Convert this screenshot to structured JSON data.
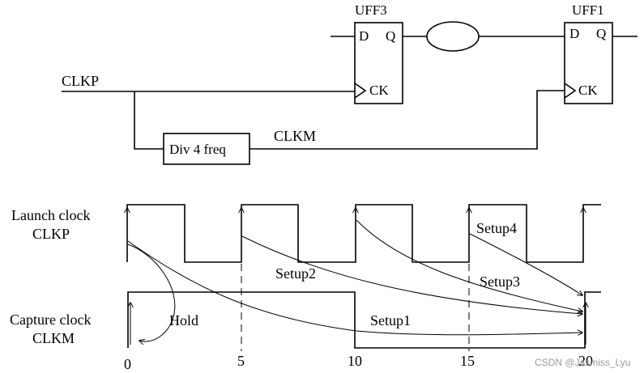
{
  "circuit": {
    "ff_left": {
      "name": "UFF3",
      "d": "D",
      "q": "Q",
      "ck": "CK"
    },
    "ff_right": {
      "name": "UFF1",
      "d": "D",
      "q": "Q",
      "ck": "CK"
    },
    "clock_in": "CLKP",
    "divider": "Div 4 freq",
    "divided_clock": "CLKM"
  },
  "timing": {
    "launch_label_1": "Launch clock",
    "launch_label_2": "CLKP",
    "capture_label_1": "Capture clock",
    "capture_label_2": "CLKM",
    "ticks": [
      "0",
      "5",
      "10",
      "15",
      "20"
    ],
    "arrows": {
      "hold": "Hold",
      "setup1": "Setup1",
      "setup2": "Setup2",
      "setup3": "Setup3",
      "setup4": "Setup4"
    }
  },
  "watermark": "CSDN @Jasmiss_Lyu"
}
